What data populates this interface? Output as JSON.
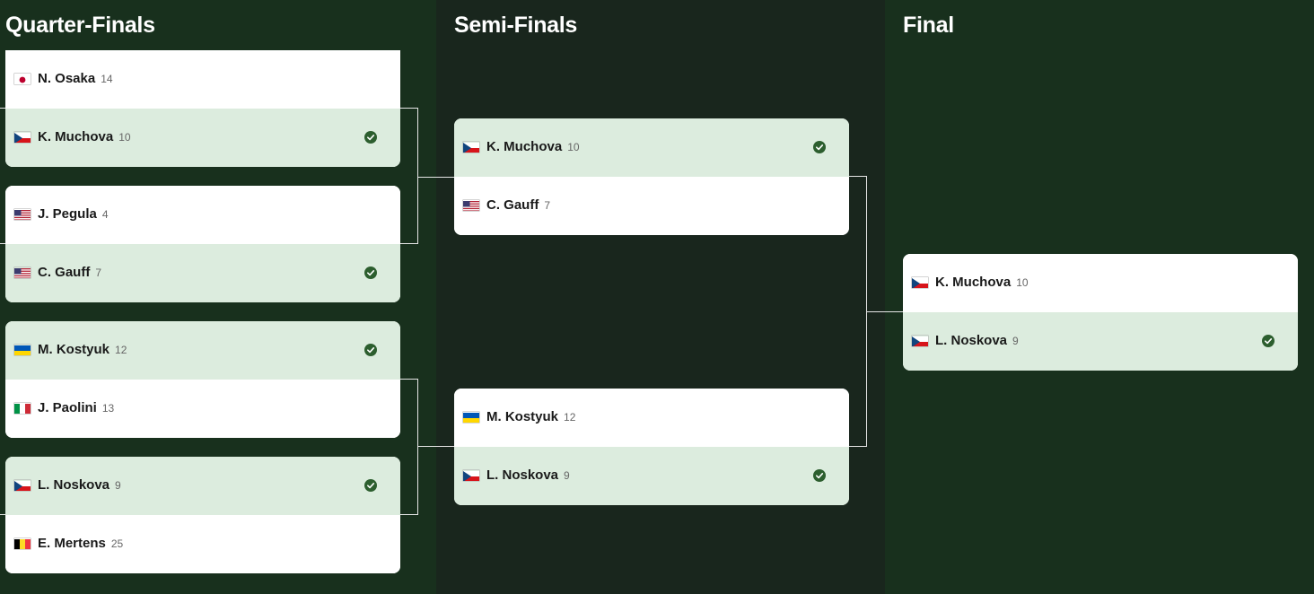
{
  "rounds": {
    "quarter_finals": "Quarter-Finals",
    "semi_finals": "Semi-Finals",
    "final": "Final"
  },
  "colors": {
    "background": "#18301d",
    "semi_background": "#19261d",
    "winner_row": "#dcecde",
    "check": "#2c5e2e"
  },
  "matches": {
    "qf1": {
      "p1": {
        "name": "N. Osaka",
        "seed": "14",
        "flag": "japan",
        "winner": false
      },
      "p2": {
        "name": "K. Muchova",
        "seed": "10",
        "flag": "czech",
        "winner": true
      }
    },
    "qf2": {
      "p1": {
        "name": "J. Pegula",
        "seed": "4",
        "flag": "usa",
        "winner": false
      },
      "p2": {
        "name": "C. Gauff",
        "seed": "7",
        "flag": "usa",
        "winner": true
      }
    },
    "qf3": {
      "p1": {
        "name": "M. Kostyuk",
        "seed": "12",
        "flag": "ukraine",
        "winner": true
      },
      "p2": {
        "name": "J. Paolini",
        "seed": "13",
        "flag": "italy",
        "winner": false
      }
    },
    "qf4": {
      "p1": {
        "name": "L. Noskova",
        "seed": "9",
        "flag": "czech",
        "winner": true
      },
      "p2": {
        "name": "E. Mertens",
        "seed": "25",
        "flag": "belgium",
        "winner": false
      }
    },
    "sf1": {
      "p1": {
        "name": "K. Muchova",
        "seed": "10",
        "flag": "czech",
        "winner": true
      },
      "p2": {
        "name": "C. Gauff",
        "seed": "7",
        "flag": "usa",
        "winner": false
      }
    },
    "sf2": {
      "p1": {
        "name": "M. Kostyuk",
        "seed": "12",
        "flag": "ukraine",
        "winner": false
      },
      "p2": {
        "name": "L. Noskova",
        "seed": "9",
        "flag": "czech",
        "winner": true
      }
    },
    "final": {
      "p1": {
        "name": "K. Muchova",
        "seed": "10",
        "flag": "czech",
        "winner": false
      },
      "p2": {
        "name": "L. Noskova",
        "seed": "9",
        "flag": "czech",
        "winner": true
      }
    }
  }
}
